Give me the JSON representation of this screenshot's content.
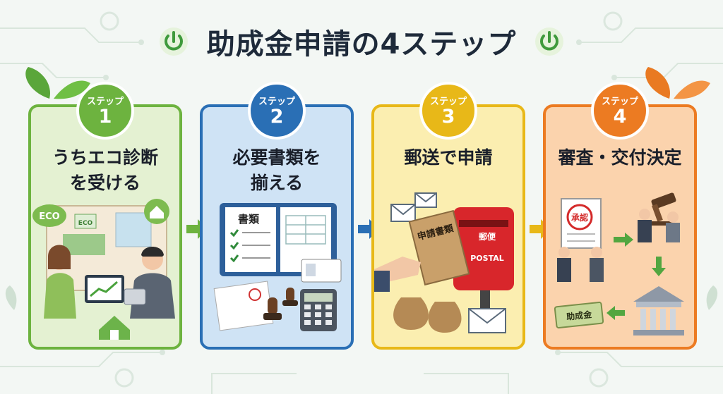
{
  "title": "助成金申請の4ステップ",
  "steps": [
    {
      "label": "ステップ",
      "number": "1",
      "line1": "うちエコ診断",
      "line2": "を受ける",
      "color": "#6db33f",
      "bg": "#e4f1d2"
    },
    {
      "label": "ステップ",
      "number": "2",
      "line1": "必要書類を",
      "line2": "揃える",
      "color": "#2a6fb5",
      "bg": "#cfe3f5"
    },
    {
      "label": "ステップ",
      "number": "3",
      "line1": "郵送で申請",
      "line2": "",
      "color": "#e8b818",
      "bg": "#fbeeb0"
    },
    {
      "label": "ステップ",
      "number": "4",
      "line1": "審査・交付決定",
      "line2": "",
      "color": "#ec7b22",
      "bg": "#fbd3ad"
    }
  ],
  "illustration_text": {
    "eco_bubble": "ECO",
    "eco_sign": "ECO",
    "binder_label": "書類",
    "envelope_text": "申請書類",
    "postbox_top": "郵便",
    "postbox_label": "POSTAL",
    "stamp": "承認",
    "money": "助成金"
  },
  "icons": [
    "power-icon",
    "leaf-icon",
    "arrow-right-icon",
    "house-icon",
    "tablet-chart-icon",
    "binder-icon",
    "calculator-icon",
    "stamp-icon",
    "envelope-icon",
    "postbox-icon",
    "money-bag-icon",
    "gavel-icon",
    "handshake-icon",
    "bank-icon"
  ]
}
